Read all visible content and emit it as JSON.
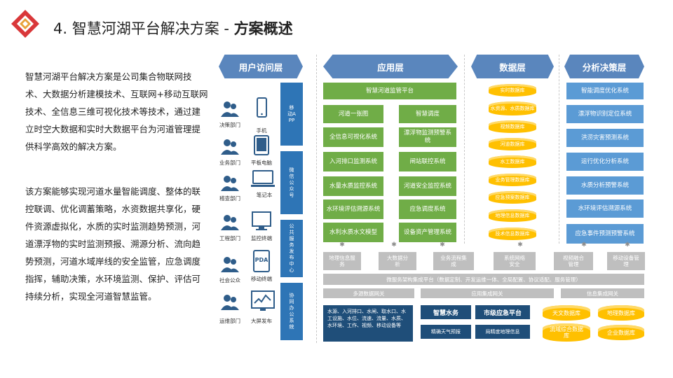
{
  "title": {
    "prefix": "4. 智慧河湖平台解决方案 - ",
    "bold": "方案概述"
  },
  "description": {
    "p1": "智慧河湖平台解决方案是公司集合物联网技术、大数据分析建模技术、互联网+移动互联网技术、全信息三维可视化技术等技术，通过建立时空大数据和实时大数据平台为河道管理提供科学高效的解决方案。",
    "p2": "该方案能够实现河道水量智能调度、整体的联控联调、优化调蓄策略，水资数据共享化，硬件资源虚拟化，水质的实时监测趋势预测，河道漂浮物的实时监测预报、溯源分析、流向趋势预测，河道水域岸线的安全监管，应急调度指挥，辅助决策，水环境监测、保护、评估可持续分析，实现全河道智慧监管。"
  },
  "layers": {
    "user": "用户访问层",
    "app": "应用层",
    "data": "数据层",
    "analysis": "分析决策层"
  },
  "users": [
    {
      "dept": "决策部门",
      "device": "手机",
      "device_icon": "phone-icon"
    },
    {
      "dept": "业务部门",
      "device": "平板电脑",
      "device_icon": "tablet-icon"
    },
    {
      "dept": "稽查部门",
      "device": "笔记本",
      "device_icon": "laptop-icon"
    },
    {
      "dept": "工程部门",
      "device": "监控终端",
      "device_icon": "monitor-terminal-icon"
    },
    {
      "dept": "社会公众",
      "device": "移动终端",
      "device_icon": "pda-icon"
    },
    {
      "dept": "运维部门",
      "device": "大屏发布",
      "device_icon": "big-screen-icon"
    }
  ],
  "channels": [
    "移动APP",
    "微信公众号",
    "公共服务发布中心",
    "协同办公系统"
  ],
  "app": {
    "platform": "智慧河道监管平台",
    "left": [
      "河道一张图",
      "全信息可视化系统",
      "入河排口监测系统",
      "水量水质监控系统",
      "水环境评估溯源系统",
      "水利水质水文模型"
    ],
    "right": [
      "智慧调度",
      "漂浮物监测预警系统",
      "闸站联控系统",
      "河道安全监控系统",
      "应急调度系统",
      "设备资产管理系统"
    ]
  },
  "data_dbs": [
    "实时数据库",
    "水资源、水质数据库",
    "视频数据库",
    "河道数据库",
    "水工数据库",
    "业务管理数据库",
    "应急预案数据库",
    "地理信息数据库",
    "技术信息数据库"
  ],
  "analysis": [
    "智能调度优化系统",
    "漂浮物识别定位系统",
    "洪涝灾害预测系统",
    "运行优化分析系统",
    "水质分析预警系统",
    "水环境评估溯源系统",
    "应急事件预测预警系统"
  ],
  "support": [
    "地理信息服务",
    "大数据分析",
    "业务流程集成",
    "系统网络安全",
    "视频融合管理",
    "移动设备管理"
  ],
  "bus": "微服务架构集成平台（数据定制、开发运维一体、全局配置、协议适配、服务管理）",
  "gateways": [
    "多源数据网关",
    "应用集成网关",
    "信息集成网关"
  ],
  "sources": "水源、入河排口、水闸、取水口、水工设施、水位、流速、流量、水质、水环境、工作、视频、移动设备等",
  "services": {
    "water": "智慧水务",
    "water_sub": "精确天气预报",
    "emergency": "市级应急平台",
    "emergency_sub": "局精度地理信息"
  },
  "bottom_dbs": [
    "天文数据库",
    "地理数据库",
    "流域综合数据库",
    "企业数据库"
  ]
}
